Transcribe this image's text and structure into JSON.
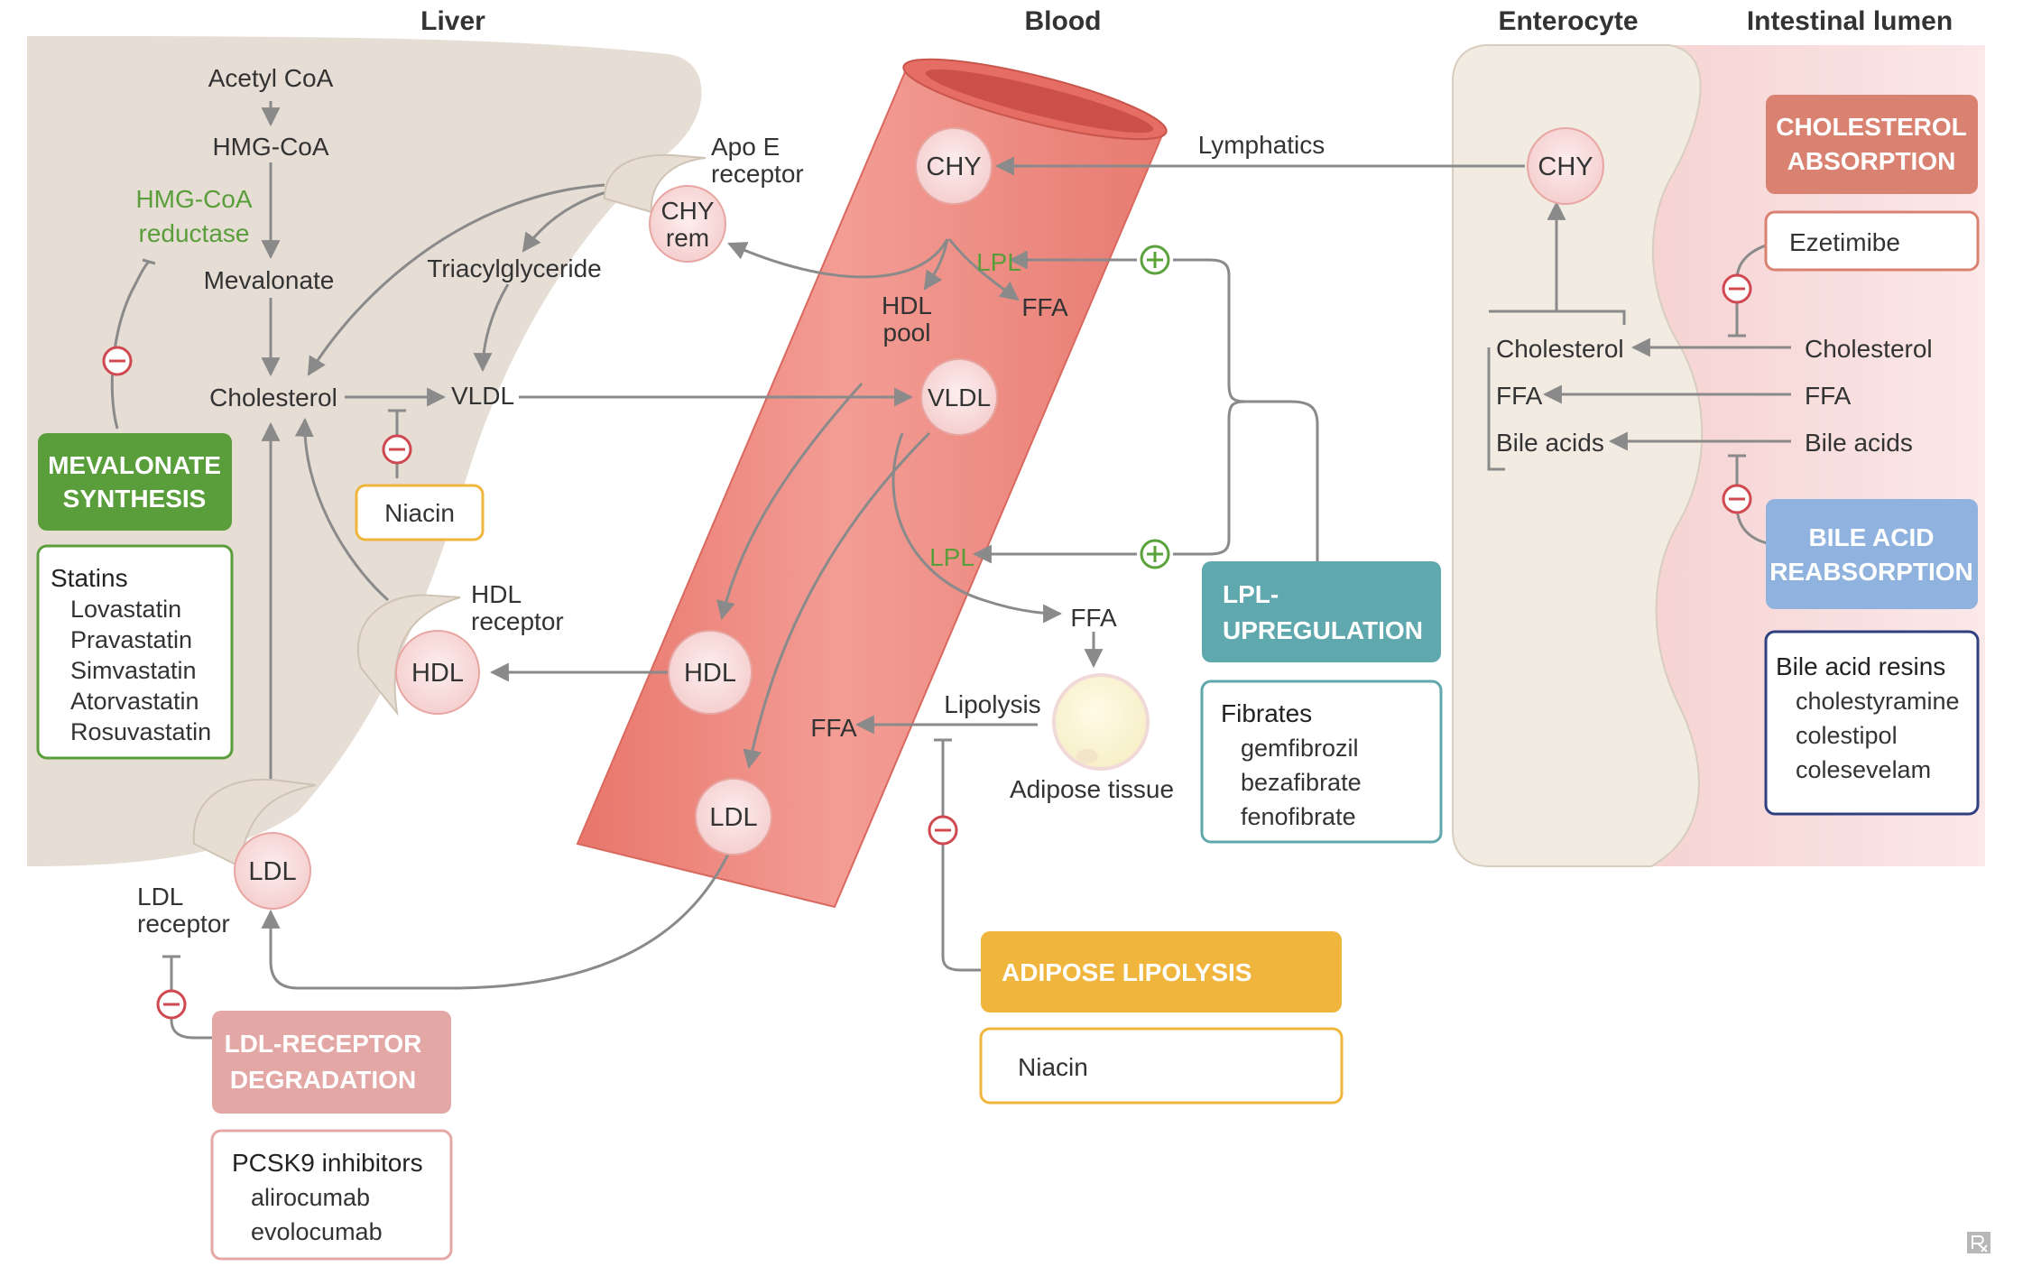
{
  "headers": {
    "liver": "Liver",
    "blood": "Blood",
    "enterocyte": "Enterocyte",
    "lumen": "Intestinal lumen"
  },
  "liver": {
    "acetyl_coa": "Acetyl CoA",
    "hmg_coa": "HMG-CoA",
    "hmg_reductase_1": "HMG-CoA",
    "hmg_reductase_2": "reductase",
    "mevalonate": "Mevalonate",
    "triacylglyceride": "Triacylglyceride",
    "cholesterol": "Cholesterol",
    "vldl": "VLDL",
    "apoe_1": "Apo E",
    "apoe_2": "receptor",
    "chy_rem_1": "CHY",
    "chy_rem_2": "rem",
    "hdl_receptor_1": "HDL",
    "hdl_receptor_2": "receptor",
    "hdl": "HDL",
    "ldl": "LDL",
    "ldl_receptor_1": "LDL",
    "ldl_receptor_2": "receptor"
  },
  "blood": {
    "chy": "CHY",
    "lymphatics": "Lymphatics",
    "lpl_top": "LPL",
    "ffa_top": "FFA",
    "hdl_pool_1": "HDL",
    "hdl_pool_2": "pool",
    "vldl": "VLDL",
    "lpl_mid": "LPL",
    "ffa_mid": "FFA",
    "hdl": "HDL",
    "ldl": "LDL",
    "lipolysis": "Lipolysis",
    "ffa_lipolysis": "FFA",
    "adipose": "Adipose tissue"
  },
  "intestine": {
    "chy": "CHY",
    "cholesterol_ent": "Cholesterol",
    "ffa_ent": "FFA",
    "bile_ent": "Bile acids",
    "cholesterol_lum": "Cholesterol",
    "ffa_lum": "FFA",
    "bile_lum": "Bile acids"
  },
  "targets": {
    "mevalonate_1": "MEVALONATE",
    "mevalonate_2": "SYNTHESIS",
    "ldl_deg_1": "LDL-RECEPTOR",
    "ldl_deg_2": "DEGRADATION",
    "adipose_lipolysis": "ADIPOSE LIPOLYSIS",
    "lpl_up_1": "LPL-",
    "lpl_up_2": "UPREGULATION",
    "chol_abs_1": "CHOLESTEROL",
    "chol_abs_2": "ABSORPTION",
    "bile_reab_1": "BILE ACID",
    "bile_reab_2": "REABSORPTION"
  },
  "drugs": {
    "statins_title": "Statins",
    "statins": [
      "Lovastatin",
      "Pravastatin",
      "Simvastatin",
      "Atorvastatin",
      "Rosuvastatin"
    ],
    "niacin_liver": "Niacin",
    "pcsk9_title": "PCSK9 inhibitors",
    "pcsk9": [
      "alirocumab",
      "evolocumab"
    ],
    "niacin_adipose": "Niacin",
    "fibrates_title": "Fibrates",
    "fibrates": [
      "gemfibrozil",
      "bezafibrate",
      "fenofibrate"
    ],
    "ezetimibe": "Ezetimibe",
    "resins_title": "Bile acid resins",
    "resins": [
      "cholestyramine",
      "colestipol",
      "colesevelam"
    ]
  },
  "colors": {
    "liver_fill": "#e6ddd5",
    "vessel": "#ee8f86",
    "green": "#5a9e3c",
    "pink": "#e3a8a6",
    "gold": "#f0b53d",
    "teal": "#5fa8ae",
    "salmon": "#d98272",
    "blue": "#8fb3de",
    "inhibit": "#d04850",
    "stimulate": "#5aa23a",
    "arrow": "#8a8a8a"
  }
}
